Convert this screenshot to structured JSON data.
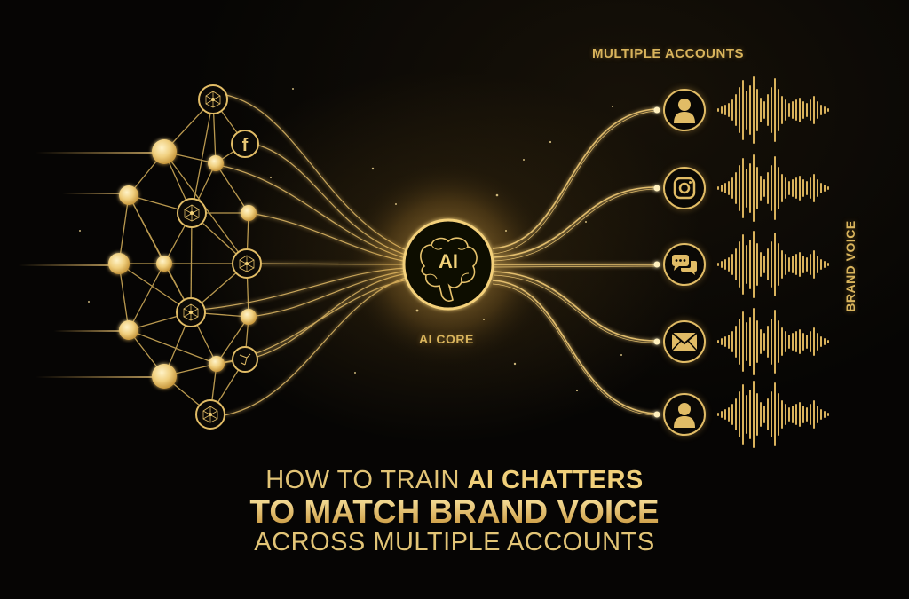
{
  "header": {
    "accounts_label": "MULTIPLE ACCOUNTS",
    "side_label": "BRAND VOICE"
  },
  "core": {
    "badge_text": "AI",
    "label": "AI CORE",
    "icon": "brain-icon"
  },
  "network": {
    "platform_icon": "facebook-icon",
    "platform_glyph": "f",
    "nodes_icon": "neural-network-icon"
  },
  "accounts": [
    {
      "icon": "user-icon",
      "name": "user"
    },
    {
      "icon": "instagram-icon",
      "name": "instagram"
    },
    {
      "icon": "chat-bubbles-icon",
      "name": "chat"
    },
    {
      "icon": "mail-icon",
      "name": "email"
    },
    {
      "icon": "user-icon",
      "name": "user"
    }
  ],
  "title": {
    "line1_light": "HOW TO TRAIN ",
    "line1_bold": "AI CHATTERS",
    "line2": "TO MATCH BRAND VOICE",
    "line3": "ACROSS MULTIPLE ACCOUNTS"
  },
  "colors": {
    "background": "#060504",
    "gold": "#e1bc66",
    "gold_light": "#f6dc96",
    "gold_dark": "#b8893a"
  }
}
